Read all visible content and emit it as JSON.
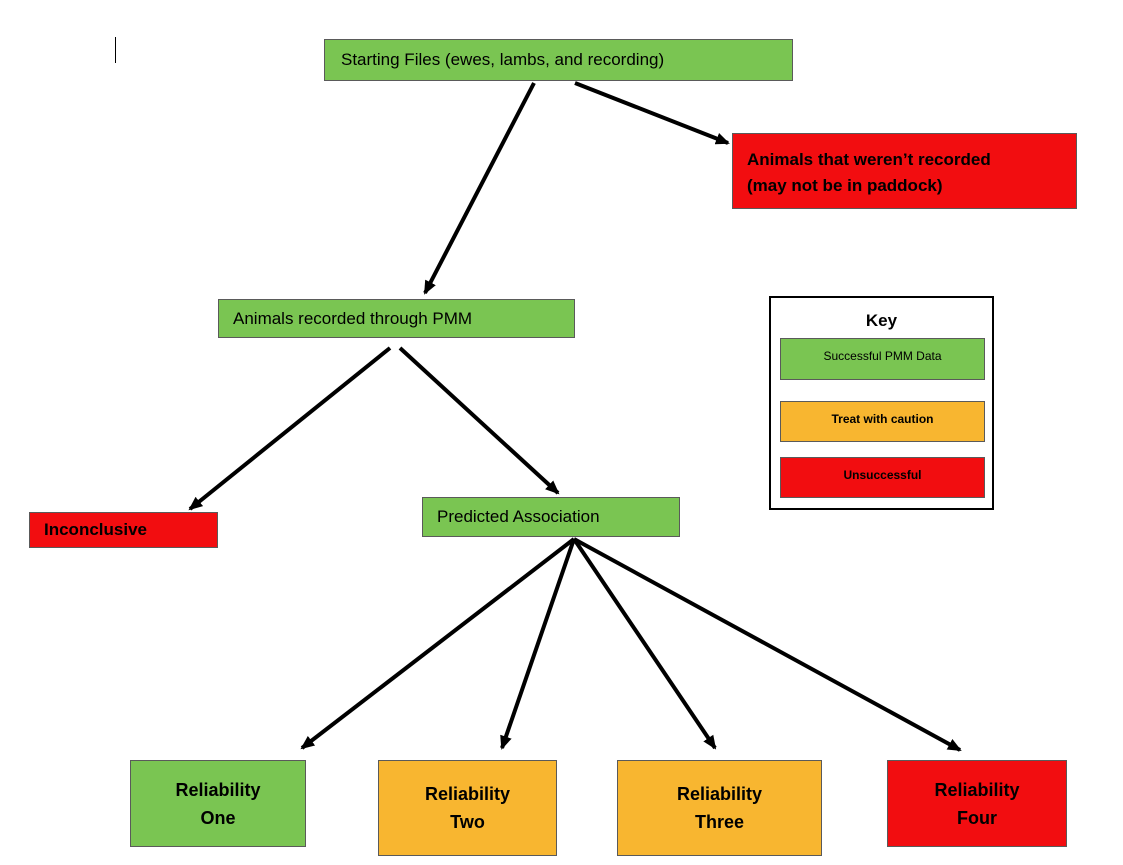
{
  "nodes": {
    "start": "Starting Files (ewes, lambs, and recording)",
    "unrecorded_line1": "Animals that weren’t recorded",
    "unrecorded_line2": "(may not be in paddock)",
    "recorded": "Animals recorded through PMM",
    "inconclusive": "Inconclusive",
    "predicted": "Predicted Association",
    "reliability": [
      {
        "line1": "Reliability",
        "line2": "One"
      },
      {
        "line1": "Reliability",
        "line2": "Two"
      },
      {
        "line1": "Reliability",
        "line2": "Three"
      },
      {
        "line1": "Reliability",
        "line2": "Four"
      }
    ]
  },
  "key": {
    "title": "Key",
    "items": [
      {
        "label": "Successful PMM Data",
        "color": "#7ac552"
      },
      {
        "label": "Treat with caution",
        "color": "#f8b630"
      },
      {
        "label": "Unsuccessful",
        "color": "#f20d10"
      }
    ]
  },
  "colors": {
    "green": "#7ac552",
    "orange": "#f8b630",
    "red": "#f20d10",
    "arrow": "#000000"
  }
}
